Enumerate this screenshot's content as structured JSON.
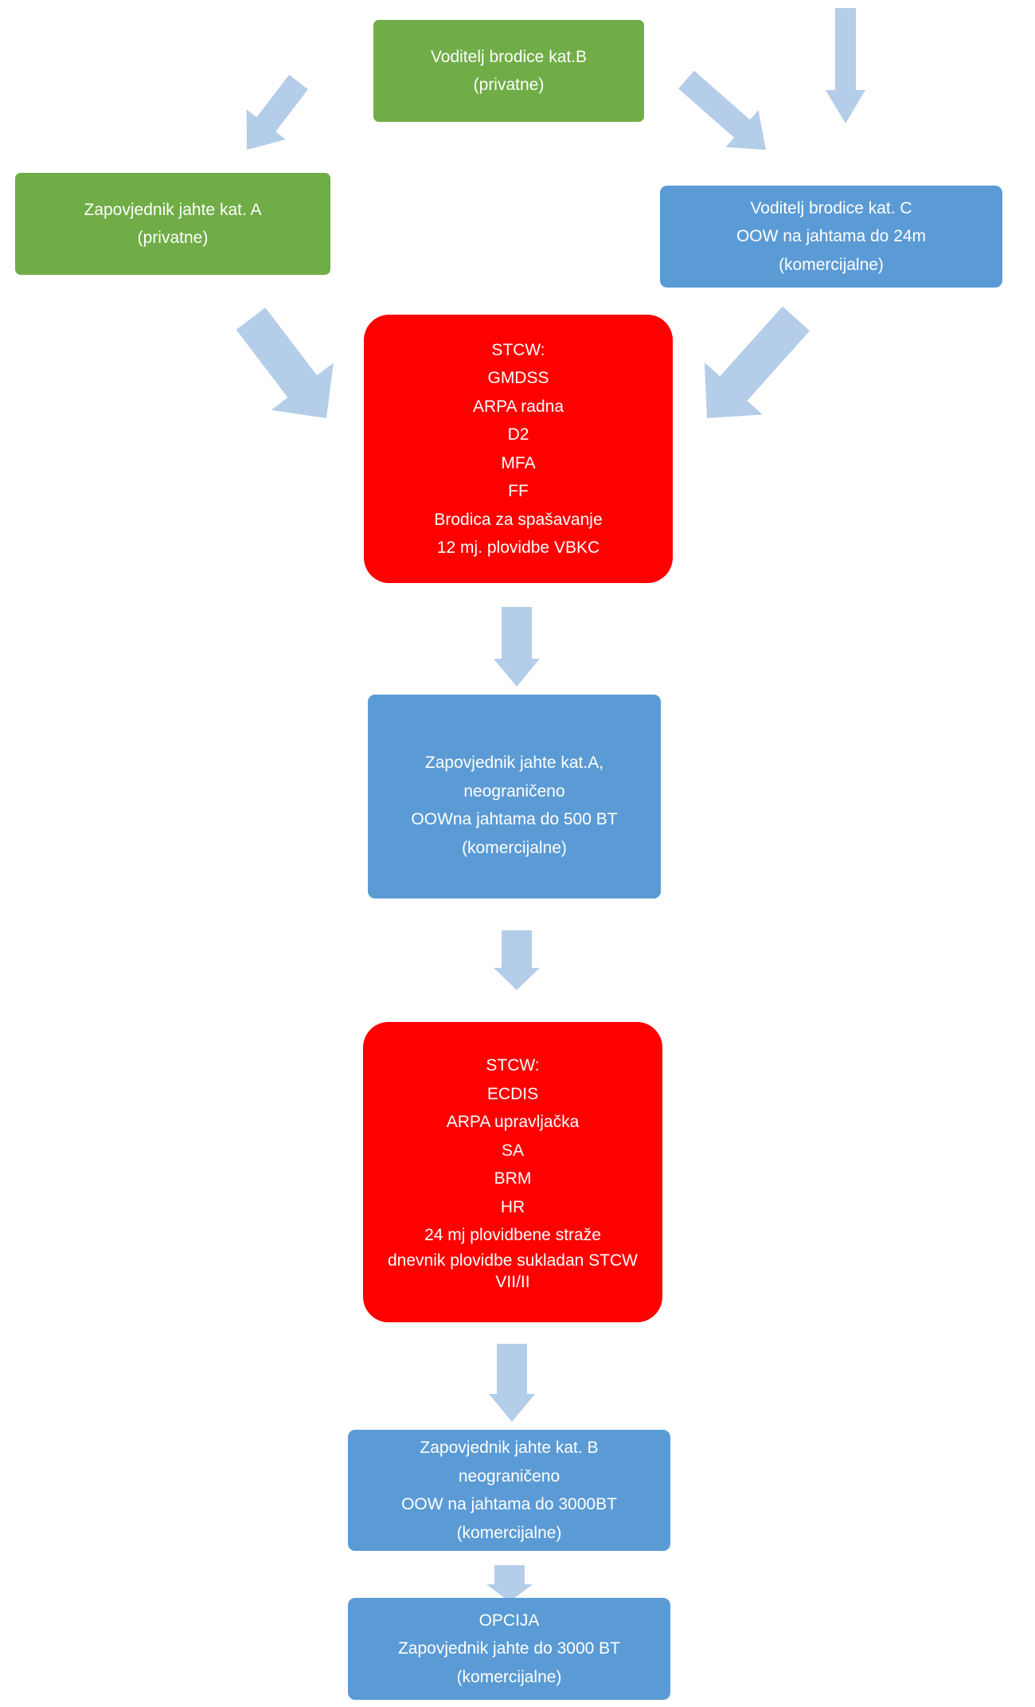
{
  "colors": {
    "green": "#70ad47",
    "blue": "#5b9bd5",
    "red": "#ff0000",
    "arrow": "#b4cde9",
    "text": "#ffffff"
  },
  "nodes": {
    "skipper_b_private": {
      "lines": [
        "Voditelj brodice kat.B",
        "(privatne)"
      ]
    },
    "captain_a_private": {
      "lines": [
        "Zapovjednik jahte kat. A",
        "(privatne)"
      ]
    },
    "skipper_c_commercial": {
      "lines": [
        "Voditelj brodice kat. C",
        "OOW na jahtama do 24m",
        "(komercijalne)"
      ]
    },
    "stcw_block_1": {
      "lines": [
        "STCW:",
        "GMDSS",
        "ARPA radna",
        "D2",
        "MFA",
        "FF",
        "Brodica za spašavanje",
        "12 mj. plovidbe VBKC"
      ]
    },
    "captain_a_unlimited": {
      "lines": [
        "Zapovjednik  jahte kat.A,",
        "neograničeno",
        "OOWna jahtama do 500 BT",
        "(komercijalne)"
      ]
    },
    "stcw_block_2": {
      "lines": [
        "STCW:",
        "ECDIS",
        "ARPA upravljačka",
        "SA",
        "BRM",
        "HR",
        "24 mj plovidbene straže",
        "dnevnik plovidbe sukladan STCW",
        "VII/II"
      ]
    },
    "captain_b_unlimited": {
      "lines": [
        "Zapovjednik jahte kat. B",
        "neograničeno",
        "OOW na jahtama do 3000BT",
        "(komercijalne)"
      ]
    },
    "option": {
      "lines": [
        "OPCIJA",
        "Zapovjednik jahte do 3000 BT",
        "(komercijalne)"
      ]
    }
  }
}
